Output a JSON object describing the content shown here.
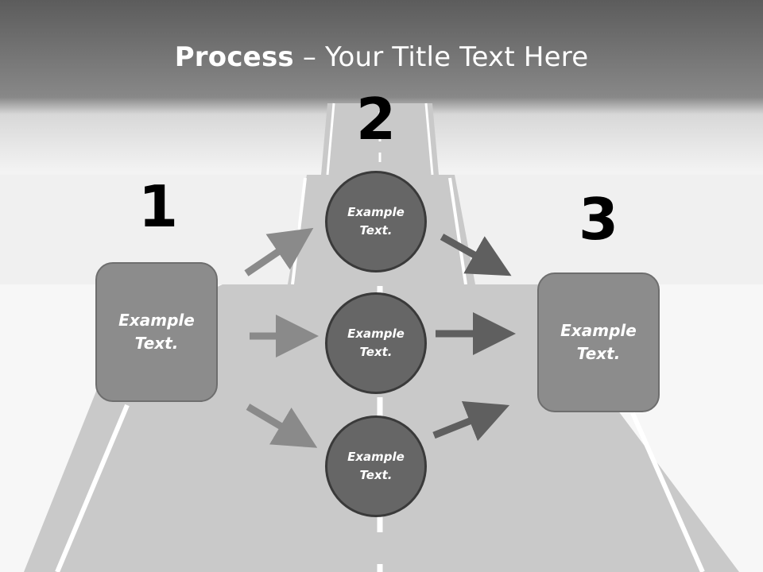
{
  "title": {
    "bold": "Process",
    "rest": " – Your Title Text Here"
  },
  "steps": [
    {
      "number": "1",
      "text": "Example\nText."
    },
    {
      "number": "2",
      "nodes": [
        "Example\nText.",
        "Example\nText.",
        "Example\nText."
      ]
    },
    {
      "number": "3",
      "text": "Example\nText."
    }
  ],
  "colors": {
    "header": "#5e5e5e",
    "road": "#c8c8c8",
    "box_fill": "#8c8c8c",
    "circle_fill": "#666666",
    "arrow_light": "#8a8a8a",
    "arrow_dark": "#5f5f5f"
  }
}
